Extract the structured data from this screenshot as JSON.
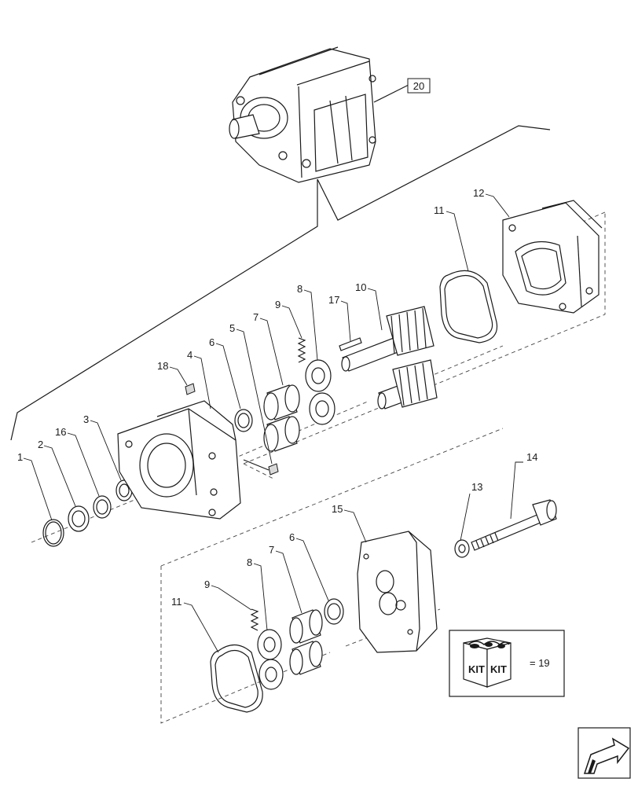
{
  "ref_box": "20",
  "kit": {
    "label_1": "KIT",
    "label_2": "KIT",
    "equals": "= 19"
  },
  "callouts": {
    "c1": "1",
    "c2": "2",
    "c3": "3",
    "c4": "4",
    "c5": "5",
    "c6a": "6",
    "c6b": "6",
    "c7a": "7",
    "c7b": "7",
    "c8a": "8",
    "c8b": "8",
    "c9a": "9",
    "c9b": "9",
    "c10": "10",
    "c11a": "11",
    "c11b": "11",
    "c12": "12",
    "c13": "13",
    "c14": "14",
    "c15": "15",
    "c16": "16",
    "c17": "17",
    "c18": "18"
  },
  "nav": {
    "icon": "next-page-arrow-icon"
  }
}
